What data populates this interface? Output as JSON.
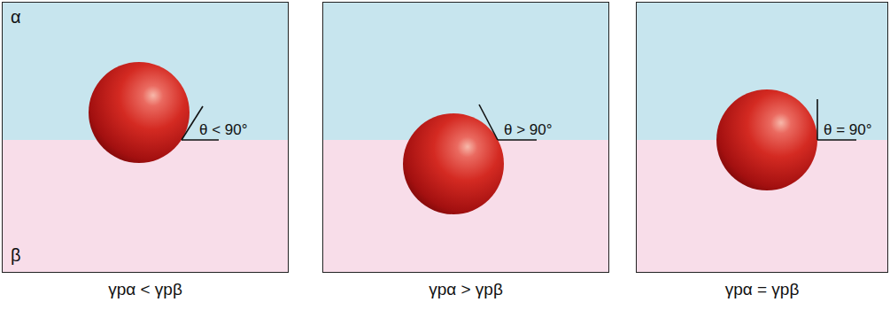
{
  "diagram": {
    "nodes": [
      {
        "text": [
          "α",
          "θ < 90°",
          "β"
        ]
      },
      {
        "text": [
          "θ > 90°"
        ]
      },
      {
        "text": [
          "θ = 90°"
        ]
      }
    ],
    "labels": [
      "γpα < γpβ",
      "γpα > γpβ",
      "γpα = γpβ"
    ]
  }
}
